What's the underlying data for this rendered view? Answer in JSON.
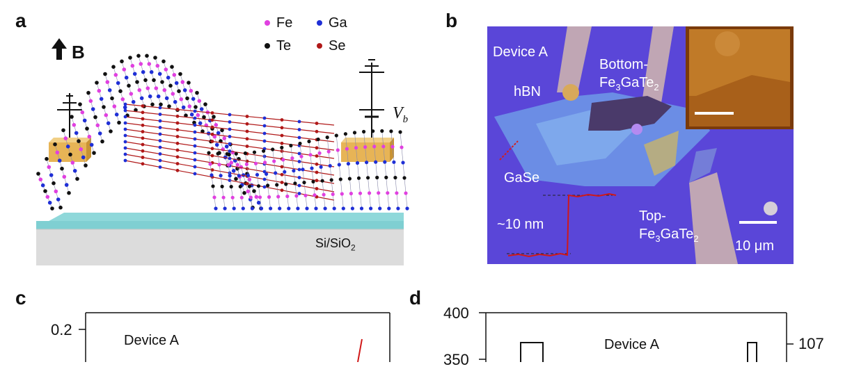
{
  "panels": {
    "a": {
      "letter": "a",
      "field_label": "B",
      "legend": [
        "Fe",
        "Ga",
        "Te",
        "Se"
      ],
      "bias_label": "V",
      "bias_sub": "b",
      "substrate_main": "Si/SiO",
      "substrate_sub": "2",
      "colors": {
        "Fe": "#e040e0",
        "Ga": "#1f2fd6",
        "Te": "#111111",
        "Se": "#b01818"
      }
    },
    "b": {
      "letter": "b",
      "device": "Device A",
      "hbn": "hBN",
      "bottom_line1": "Bottom-",
      "bottom_fe": "Fe",
      "bottom_sub3": "3",
      "bottom_rest": "GaTe",
      "bottom_sub2": "2",
      "gase": "GaSe",
      "thickness": "~10 nm",
      "top_line1": "Top-",
      "top_fe": "Fe",
      "top_sub3": "3",
      "top_rest": "GaTe",
      "top_sub2": "2",
      "scalebar": "10 μm"
    },
    "c": {
      "letter": "c",
      "tick_label": "0.2",
      "device": "Device A"
    },
    "d": {
      "letter": "d",
      "tick_top": "400",
      "tick_partial": "350",
      "device": "Device A",
      "right_tick": "107"
    }
  }
}
